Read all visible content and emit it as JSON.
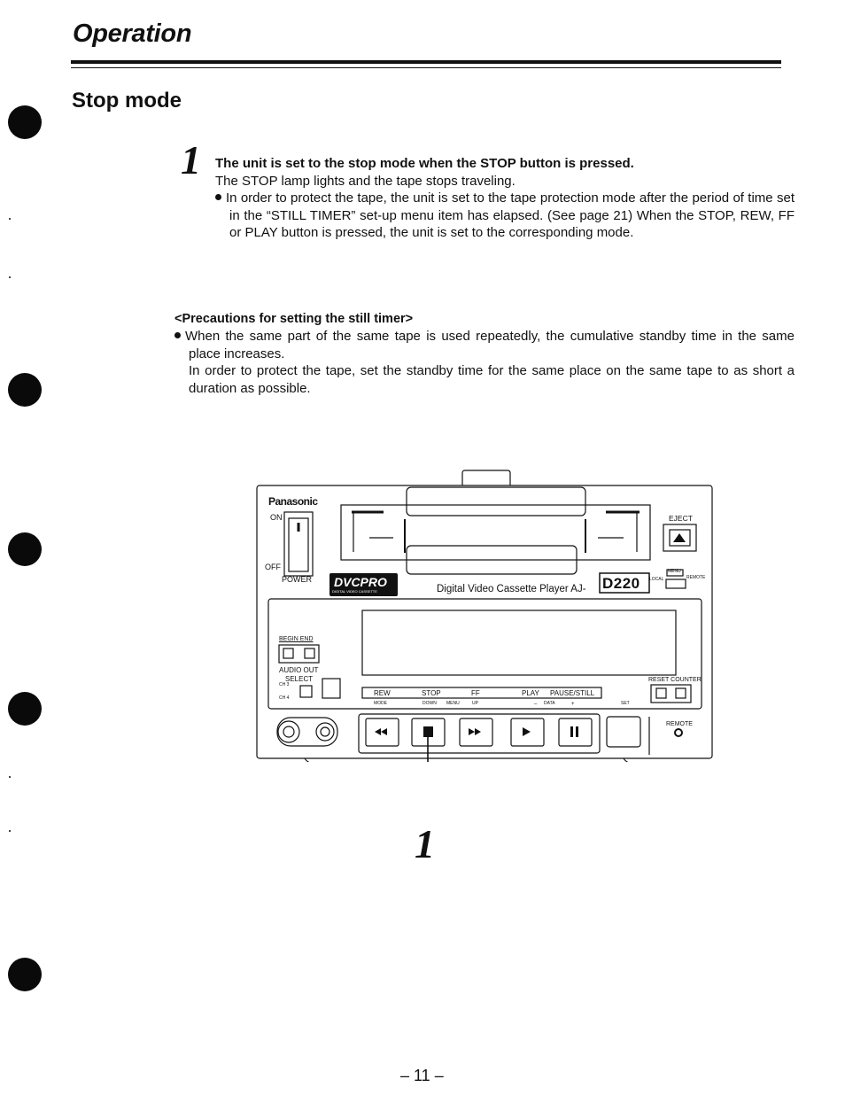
{
  "header": {
    "title": "Operation"
  },
  "section": {
    "title": "Stop mode"
  },
  "step": {
    "number": "1",
    "heading": "The unit is set to the stop mode when the STOP button is pressed.",
    "description": "The STOP lamp lights and the tape stops traveling.",
    "bullet": "In order to protect the tape, the unit is set to the tape protection mode after the period of time set in the “STILL TIMER” set-up menu item has elapsed. (See page 21)  When the STOP, REW, FF or PLAY button is pressed, the unit is set to the corresponding mode."
  },
  "precautions": {
    "title": "<Precautions for setting the still timer>",
    "bullet_line1": "When the same part of the same tape is used repeatedly, the cumulative standby time in the same place increases.",
    "bullet_line2": "In order to protect the tape, set the standby time for the same place on the same tape to as short a duration as possible."
  },
  "illustration": {
    "brand": "Panasonic",
    "power_on": "ON",
    "power_off": "OFF",
    "power_label": "POWER",
    "format_logo": "DVCPRO",
    "format_sub": "DIGITAL VIDEO CASSETTE",
    "product_name": "Digital Video Cassette Player  AJ-",
    "model": "D220",
    "eject": "EJECT",
    "menu": "MENU",
    "local": "LOCAL",
    "remote_switch": "REMOTE",
    "begin_end": "BEGIN  END",
    "audio_out": "AUDIO OUT",
    "select": "SELECT",
    "ch3": "CH 3",
    "ch4": "CH 4",
    "reset_counter": "RESET COUNTER",
    "rew": "REW",
    "stop": "STOP",
    "ff": "FF",
    "play": "PLAY",
    "pause_still": "PAUSE/STILL",
    "mode": "MODE",
    "down": "DOWN",
    "up": "UP",
    "menu_small": "MENU",
    "data": "DATA",
    "minus": "–",
    "plus": "+",
    "set": "SET",
    "remote": "REMOTE",
    "callout": "1"
  },
  "page": {
    "number": "– 11 –"
  }
}
